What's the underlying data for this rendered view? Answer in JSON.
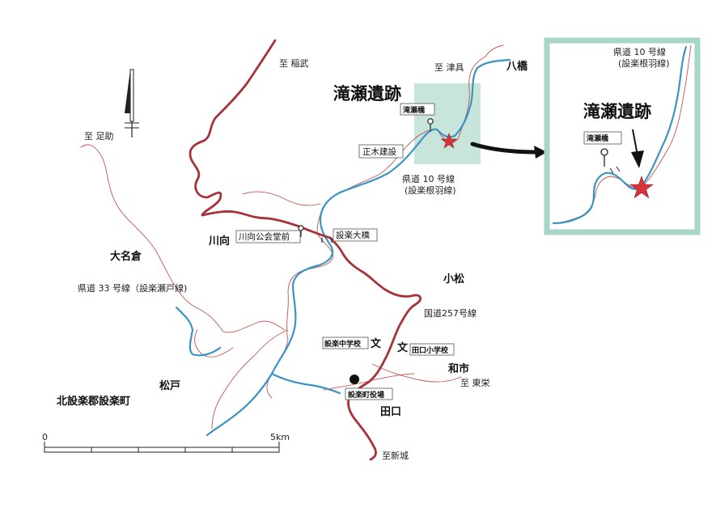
{
  "labels": {
    "to_inabu": "至 稲武",
    "to_tsugu": "至 津具",
    "yatsuhashi": "八橋",
    "to_asuke": "至 足助",
    "takise_site": "滝瀬遺跡",
    "takise_bridge": "滝瀬橋",
    "masaki": "正木建設",
    "route10_line1": "県道 10 号線",
    "route10_line2": "(設楽根羽線)",
    "kawamuko": "川向",
    "kawamuko_hall": "川向公会堂前",
    "shitara_bridge": "設楽大橋",
    "onagura": "大名倉",
    "route33": "県道 33 号線（設楽瀬戸線)",
    "komatsu": "小松",
    "route257": "国道257号線",
    "jhs": "設楽中学校",
    "school_symbol_1": "文",
    "school_symbol_2": "文",
    "taguchi_es": "田口小学校",
    "waichi": "和市",
    "to_toei": "至 東栄",
    "town_office": "設楽町役場",
    "matsudo": "松戸",
    "district": "北設楽郡設楽町",
    "taguchi": "田口",
    "to_shinshiro": "至新城",
    "scale_zero": "0",
    "scale_max": "5km"
  },
  "inset": {
    "title": "滝瀬遺跡",
    "bridge": "滝瀬橋",
    "route_line1": "県道 10 号線",
    "route_line2": "(設楽根羽線)"
  },
  "colors": {
    "river": "#3a94c4",
    "national_road": "#a8323a",
    "prefectural_road": "#c3564f",
    "highlight": "#b5dcd0",
    "inset_border": "#a7d6c8",
    "site_star": "#d9343a"
  },
  "icons": {
    "north_arrow": "north-arrow-icon",
    "site": "star-icon",
    "bus_stop": "bus-stop-icon",
    "school": "school-icon",
    "town_office": "town-office-dot-icon"
  }
}
